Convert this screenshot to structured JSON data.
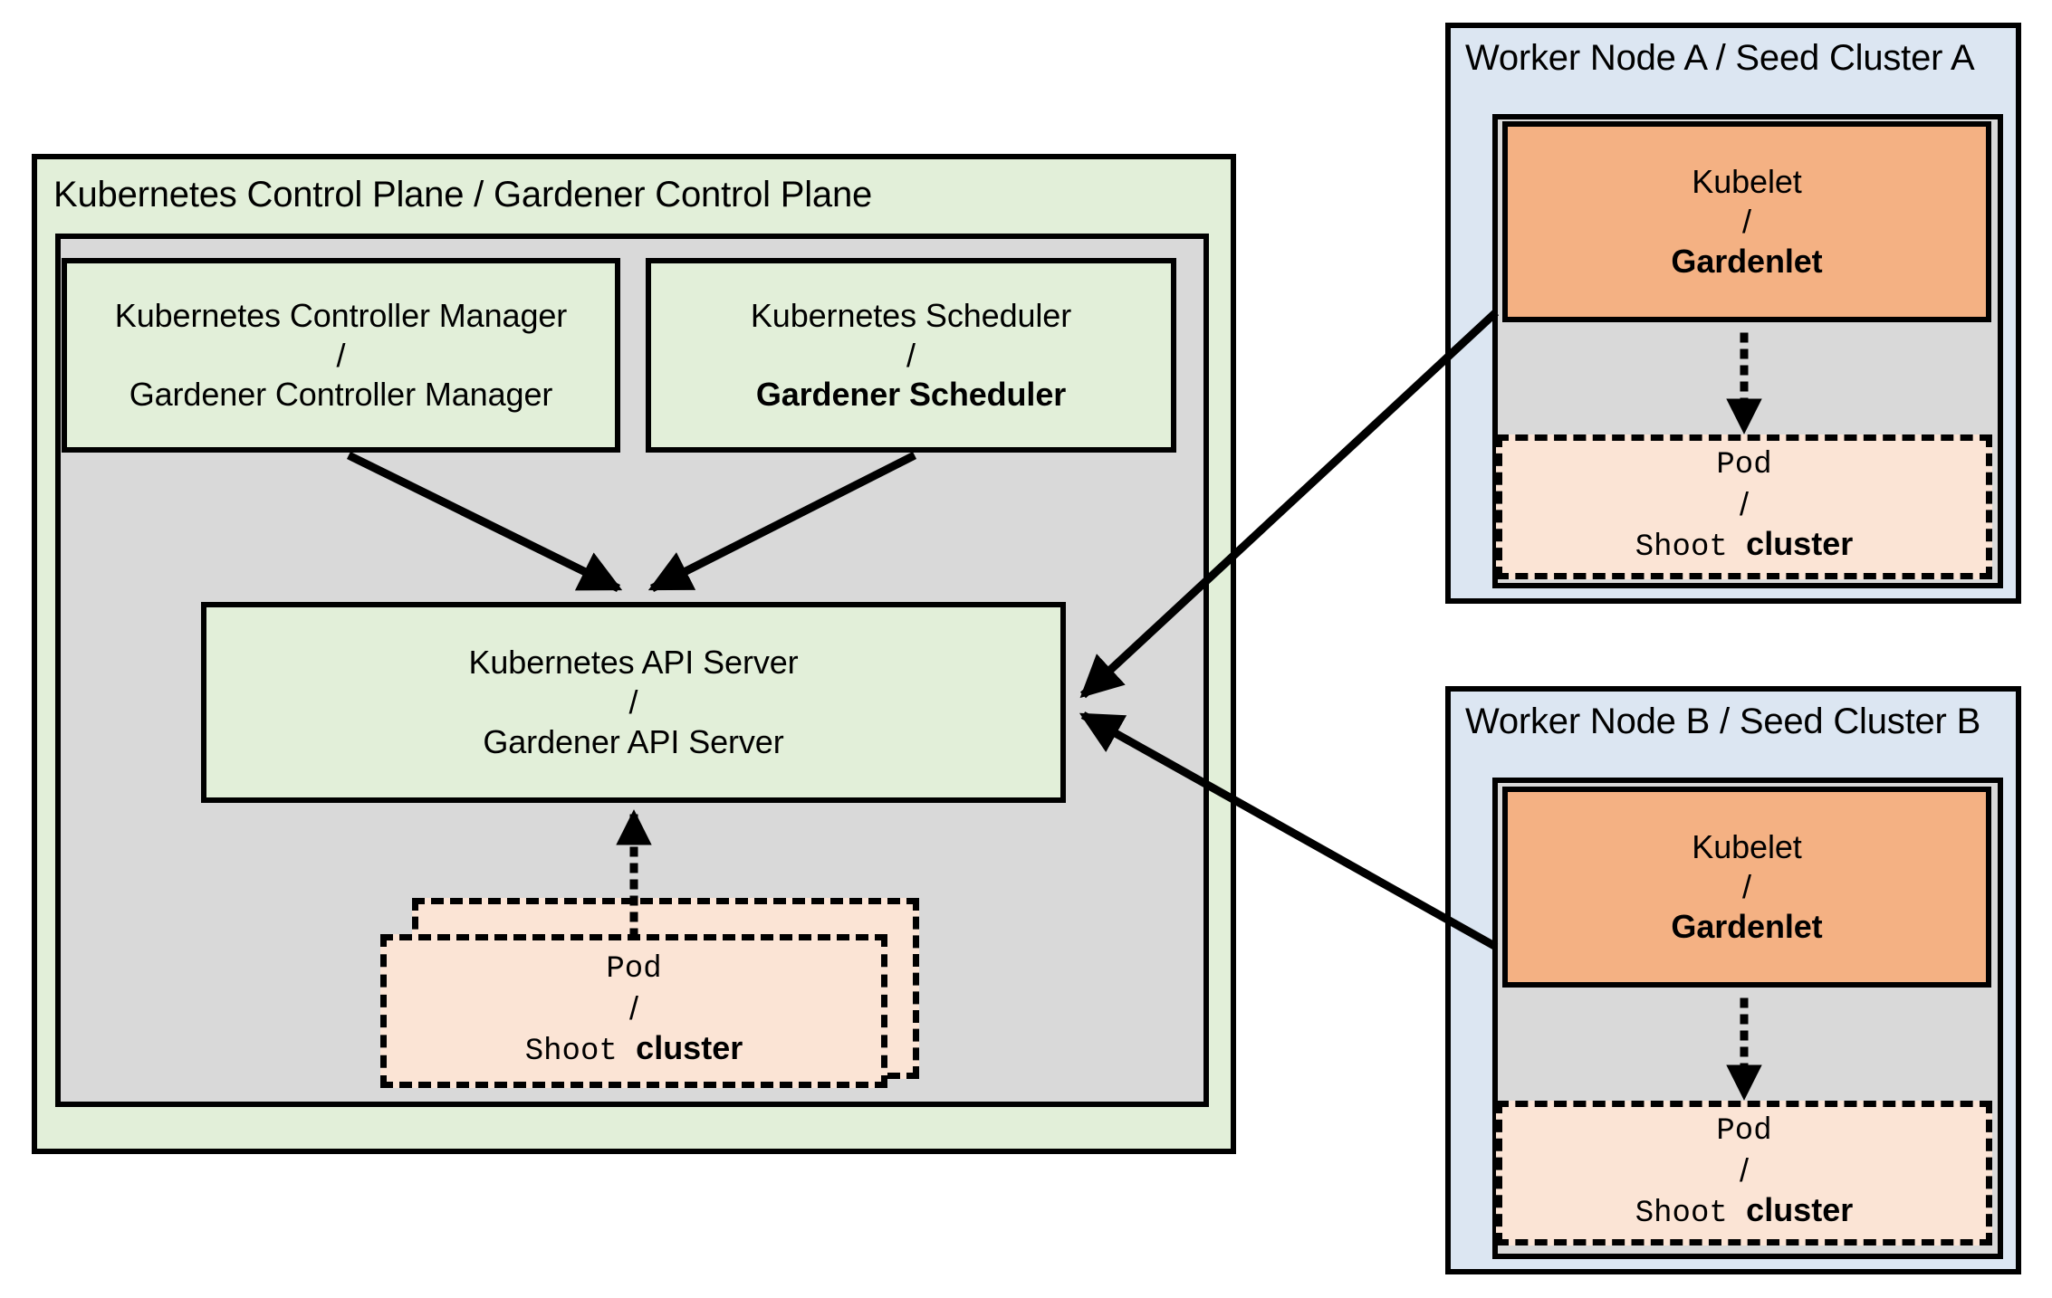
{
  "diagram": {
    "type": "architecture-diagram",
    "title_visible": false,
    "colors": {
      "control_plane_fill": "#e2efd9",
      "inner_gray_fill": "#d9d9d9",
      "worker_node_fill": "#dce6f2",
      "kubelet_fill": "#f4b183",
      "pod_fill": "#fbe4d5",
      "stroke": "#000000"
    }
  },
  "control_plane": {
    "title": "Kubernetes Control Plane / Gardener Control Plane",
    "controller_manager": {
      "line1": "Kubernetes Controller Manager",
      "separator": "/",
      "line2": "Gardener Controller Manager"
    },
    "scheduler": {
      "line1": "Kubernetes Scheduler",
      "separator": "/",
      "line2": "Gardener Scheduler"
    },
    "api_server": {
      "line1": "Kubernetes API Server",
      "separator": "/",
      "line2": "Gardener API Server"
    },
    "pod": {
      "line1": "Pod",
      "separator": "/",
      "line2_mono": "Shoot ",
      "line2_bold": "cluster"
    }
  },
  "worker_node_a": {
    "title": "Worker Node A / Seed Cluster A",
    "kubelet": {
      "line1": "Kubelet",
      "separator": "/",
      "line2": "Gardenlet"
    },
    "pod": {
      "line1": "Pod",
      "separator": "/",
      "line2_mono": "Shoot ",
      "line2_bold": "cluster"
    }
  },
  "worker_node_b": {
    "title": "Worker Node B / Seed Cluster B",
    "kubelet": {
      "line1": "Kubelet",
      "separator": "/",
      "line2": "Gardenlet"
    },
    "pod": {
      "line1": "Pod",
      "separator": "/",
      "line2_mono": "Shoot ",
      "line2_bold": "cluster"
    }
  },
  "connectors": [
    {
      "name": "controller-manager-to-api-server",
      "style": "solid",
      "arrow": "single"
    },
    {
      "name": "scheduler-to-api-server",
      "style": "solid",
      "arrow": "single"
    },
    {
      "name": "control-plane-pod-to-api-server",
      "style": "dotted",
      "arrow": "single"
    },
    {
      "name": "gardenlet-a-to-api-server",
      "style": "solid",
      "arrow": "single"
    },
    {
      "name": "gardenlet-b-to-api-server",
      "style": "solid",
      "arrow": "single"
    },
    {
      "name": "gardenlet-a-to-pod-a",
      "style": "dotted",
      "arrow": "single"
    },
    {
      "name": "gardenlet-b-to-pod-b",
      "style": "dotted",
      "arrow": "single"
    }
  ]
}
